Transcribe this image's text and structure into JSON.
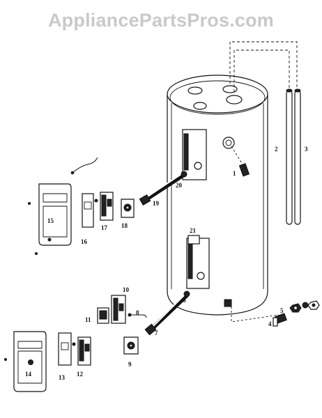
{
  "watermark": "AppliancePartsPros.com",
  "callouts": [
    {
      "id": "1",
      "text": "1"
    },
    {
      "id": "2",
      "text": "2"
    },
    {
      "id": "3",
      "text": "3"
    },
    {
      "id": "4",
      "text": "4"
    },
    {
      "id": "5",
      "text": "5"
    },
    {
      "id": "6",
      "text": "6"
    },
    {
      "id": "7",
      "text": "7"
    },
    {
      "id": "8",
      "text": "8"
    },
    {
      "id": "9",
      "text": "9"
    },
    {
      "id": "10",
      "text": "10"
    },
    {
      "id": "11",
      "text": "11"
    },
    {
      "id": "12",
      "text": "12"
    },
    {
      "id": "13",
      "text": "13"
    },
    {
      "id": "14",
      "text": "14"
    },
    {
      "id": "15",
      "text": "15"
    },
    {
      "id": "16",
      "text": "16"
    },
    {
      "id": "17",
      "text": "17"
    },
    {
      "id": "18",
      "text": "18"
    },
    {
      "id": "19",
      "text": "19"
    },
    {
      "id": "20",
      "text": "20"
    },
    {
      "id": "21",
      "text": "21"
    }
  ]
}
